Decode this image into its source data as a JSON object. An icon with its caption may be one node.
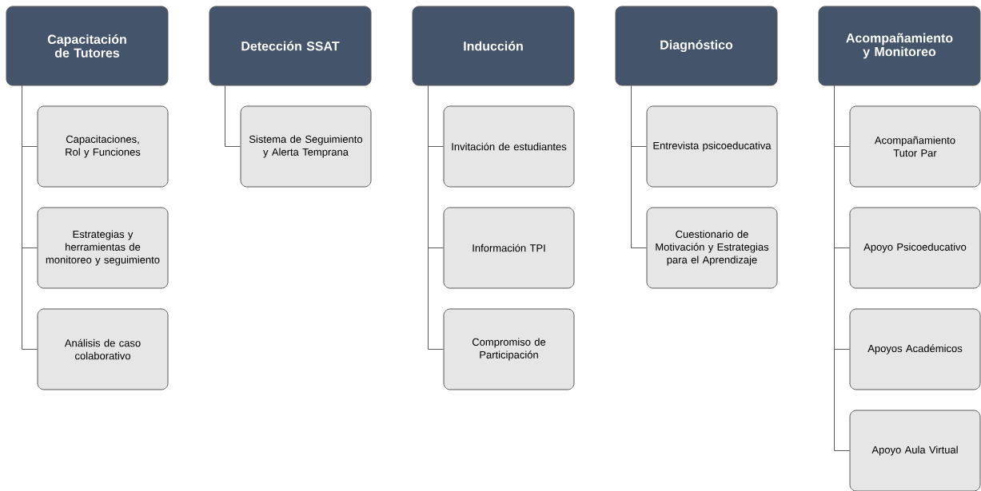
{
  "diagram": {
    "nodes": [
      {
        "text": [
          "Capacitación de Tutores"
        ]
      },
      {
        "text": [
          "Capacitaciones, Rol y Funciones"
        ]
      },
      {
        "text": [
          "Estrategias y herramientas de monitoreo y seguimiento"
        ]
      },
      {
        "text": [
          "Análisis de caso colaborativo"
        ]
      },
      {
        "text": [
          "Detección SSAT"
        ]
      },
      {
        "text": [
          "Sistema de Seguimiento y Alerta Temprana"
        ]
      },
      {
        "text": [
          "Inducción"
        ]
      },
      {
        "text": [
          "Invitación de estudiantes"
        ]
      },
      {
        "text": [
          "Información TPI"
        ]
      },
      {
        "text": [
          "Compromiso de Participación"
        ]
      },
      {
        "text": [
          "Diagnóstico"
        ]
      },
      {
        "text": [
          "Entrevista psicoeducativa"
        ]
      },
      {
        "text": [
          "Cuestionario de Motivación y Estrategias para el Aprendizaje"
        ]
      },
      {
        "text": [
          "Acompañamiento y Monitoreo"
        ]
      },
      {
        "text": [
          "Acompañamiento Tutor Par"
        ]
      },
      {
        "text": [
          "Apoyo Psicoeducativo"
        ]
      },
      {
        "text": [
          "Apoyos Académicos"
        ]
      },
      {
        "text": [
          "Apoyo Aula Virtual"
        ]
      }
    ],
    "edges": [
      {
        "from": 0,
        "to": 1,
        "arrow": "none"
      },
      {
        "from": 0,
        "to": 2,
        "arrow": "none"
      },
      {
        "from": 0,
        "to": 3,
        "arrow": "none"
      },
      {
        "from": 4,
        "to": 5,
        "arrow": "none"
      },
      {
        "from": 6,
        "to": 7,
        "arrow": "none"
      },
      {
        "from": 6,
        "to": 8,
        "arrow": "none"
      },
      {
        "from": 6,
        "to": 9,
        "arrow": "none"
      },
      {
        "from": 10,
        "to": 11,
        "arrow": "none"
      },
      {
        "from": 10,
        "to": 12,
        "arrow": "none"
      },
      {
        "from": 13,
        "to": 14,
        "arrow": "none"
      },
      {
        "from": 13,
        "to": 15,
        "arrow": "none"
      },
      {
        "from": 13,
        "to": 16,
        "arrow": "none"
      },
      {
        "from": 13,
        "to": 17,
        "arrow": "none"
      }
    ]
  }
}
